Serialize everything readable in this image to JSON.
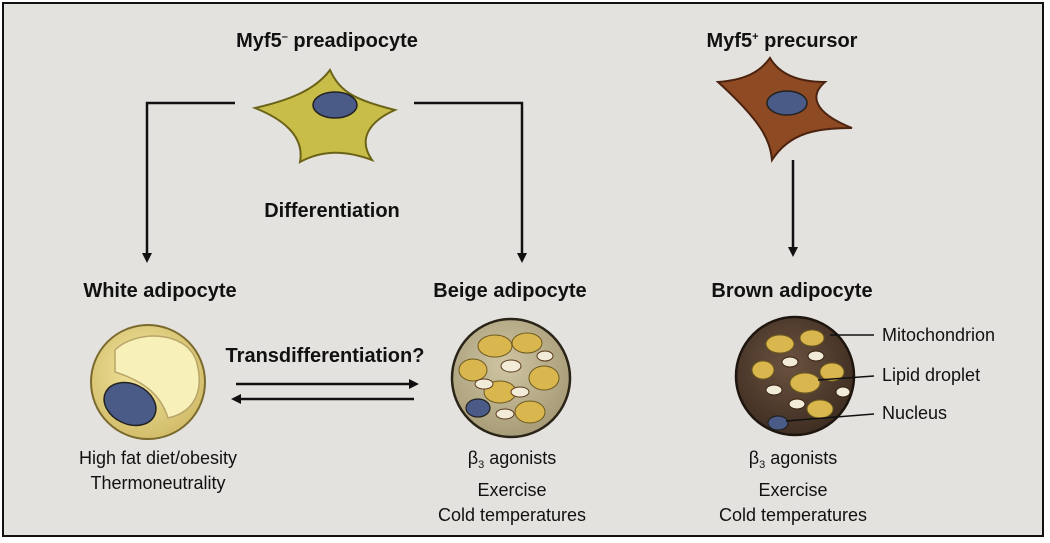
{
  "cells": {
    "myf5_neg": {
      "label": "Myf5",
      "sign": "–",
      "suffix": " preadipocyte"
    },
    "myf5_pos": {
      "label": "Myf5",
      "sign": "+",
      "suffix": " precursor"
    }
  },
  "arrows": {
    "differentiation": "Differentiation",
    "transdifferentiation": "Transdifferentiation?"
  },
  "adipocytes": {
    "white": {
      "title": "White adipocyte",
      "conditions": [
        "High fat diet/obesity",
        "Thermoneutrality"
      ]
    },
    "beige": {
      "title": "Beige adipocyte",
      "beta": "β",
      "beta_sub": "3",
      "beta_rest": " agonists",
      "conditions": [
        "Exercise",
        "Cold temperatures"
      ]
    },
    "brown": {
      "title": "Brown adipocyte",
      "beta": "β",
      "beta_sub": "3",
      "beta_rest": " agonists",
      "conditions": [
        "Exercise",
        "Cold temperatures"
      ],
      "callouts": [
        "Mitochondrion",
        "Lipid droplet",
        "Nucleus"
      ]
    }
  },
  "colors": {
    "background": "#e4e2de",
    "preadipocyte": "#c9bd4a",
    "precursor": "#8e4a22",
    "nucleus": "#4a5b87",
    "white_lipid": "#f7f0b8",
    "beige_fill": "#b8ad8c",
    "brown_fill": "#5a4330",
    "droplet": "#d9b64e"
  }
}
